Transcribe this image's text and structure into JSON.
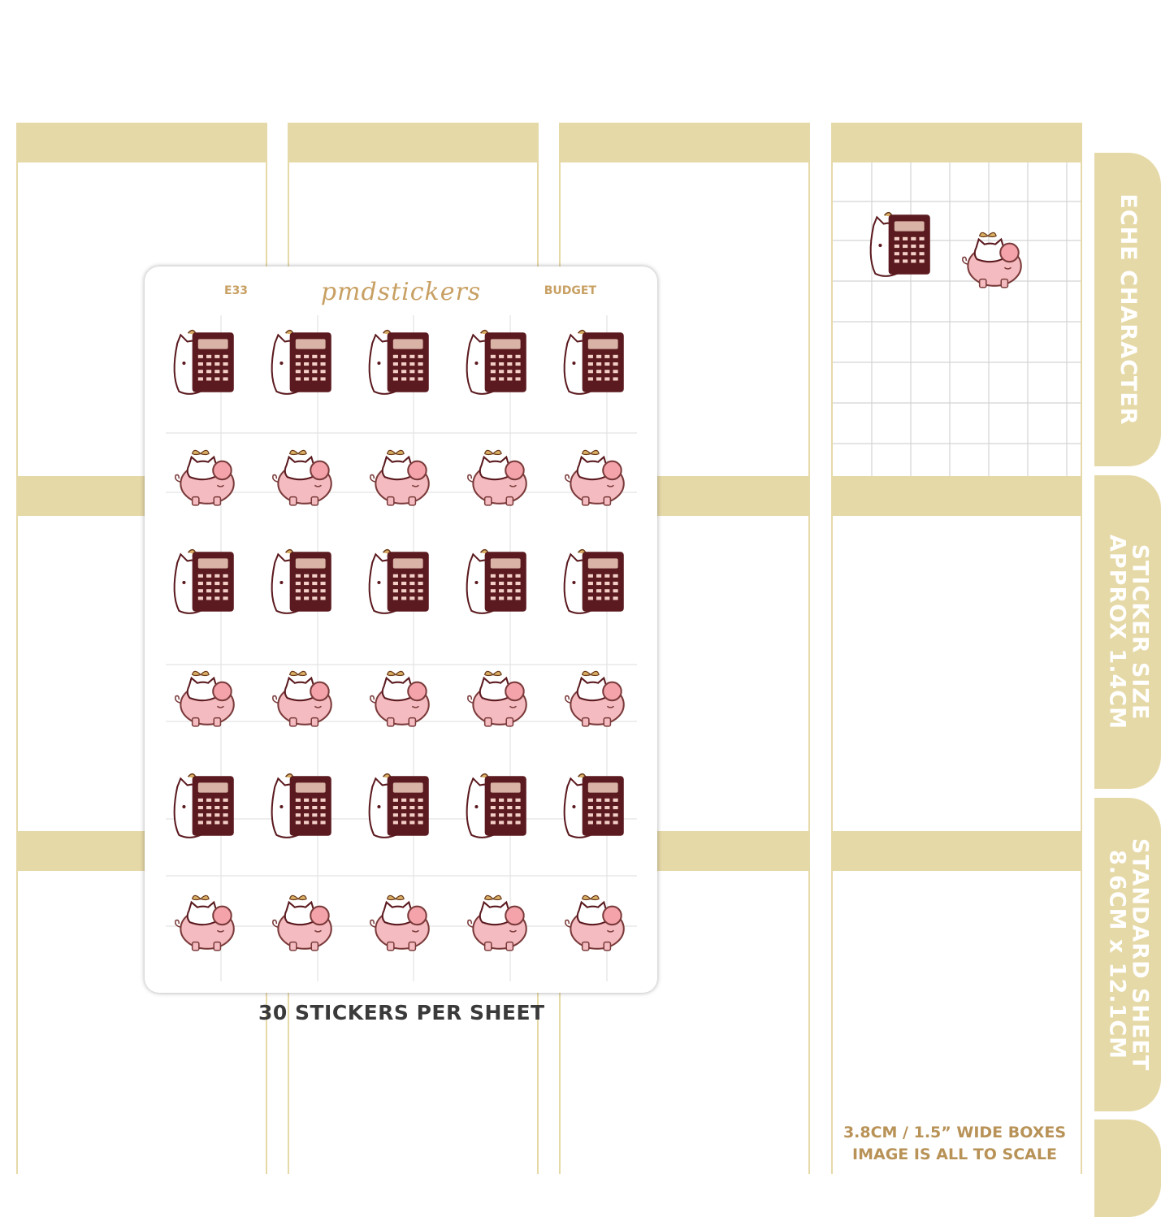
{
  "sheet": {
    "code": "E33",
    "brand": "pmdstickers",
    "theme": "BUDGET",
    "rows": [
      "calculator",
      "piggy-bank",
      "calculator",
      "piggy-bank",
      "calculator",
      "piggy-bank"
    ],
    "stickers_per_row": 5
  },
  "caption": "30 STICKERS PER SHEET",
  "side_tabs": [
    {
      "line1": "ECHE CHARACTER",
      "line2": ""
    },
    {
      "line1": "STICKER SIZE",
      "line2": "APPROX 1.4CM"
    },
    {
      "line1": "STANDARD SHEET",
      "line2": "8.6CM x 12.1CM"
    }
  ],
  "bottom_note": {
    "line1": "3.8CM / 1.5” WIDE BOXES",
    "line2": "IMAGE IS ALL TO SCALE"
  },
  "colors": {
    "band": "#e6d9a8",
    "label": "#c8a063",
    "calculator": "#5b1a1f",
    "piggy": "#f4bcc0"
  }
}
